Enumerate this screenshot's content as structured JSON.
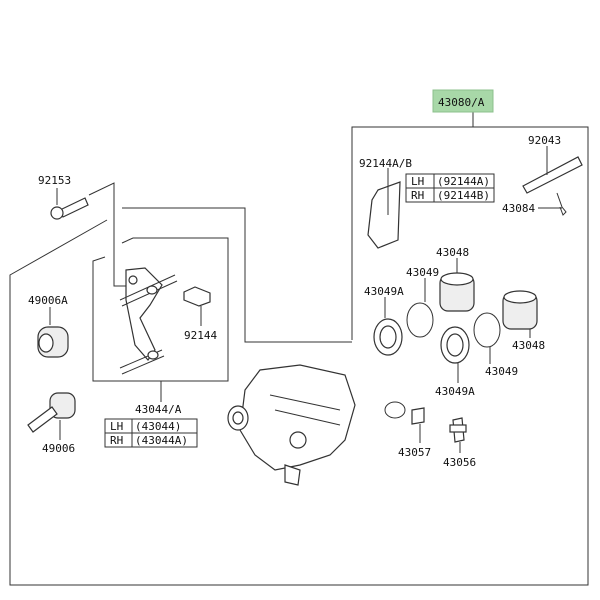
{
  "assembly": {
    "label": "43080/A",
    "highlight_color": "#a8d8a8"
  },
  "parts": {
    "bolt": "92153",
    "boot_a": "49006A",
    "boot": "49006",
    "clip": "92144",
    "holder": "43044/A",
    "pad_spring": "92144A/B",
    "pin": "92043",
    "pin_clip": "43084",
    "piston_top": "43048",
    "piston_right": "43048",
    "seal_top": "43049",
    "seal_right": "43049",
    "dust_seal_top": "43049A",
    "dust_seal_right": "43049A",
    "bleeder_cap": "43057",
    "bleeder_valve": "43056"
  },
  "tables": {
    "holder": [
      [
        "LH",
        "(43044)"
      ],
      [
        "RH",
        "(43044A)"
      ]
    ],
    "pad_spring": [
      [
        "LH",
        "(92144A)"
      ],
      [
        "RH",
        "(92144B)"
      ]
    ]
  }
}
